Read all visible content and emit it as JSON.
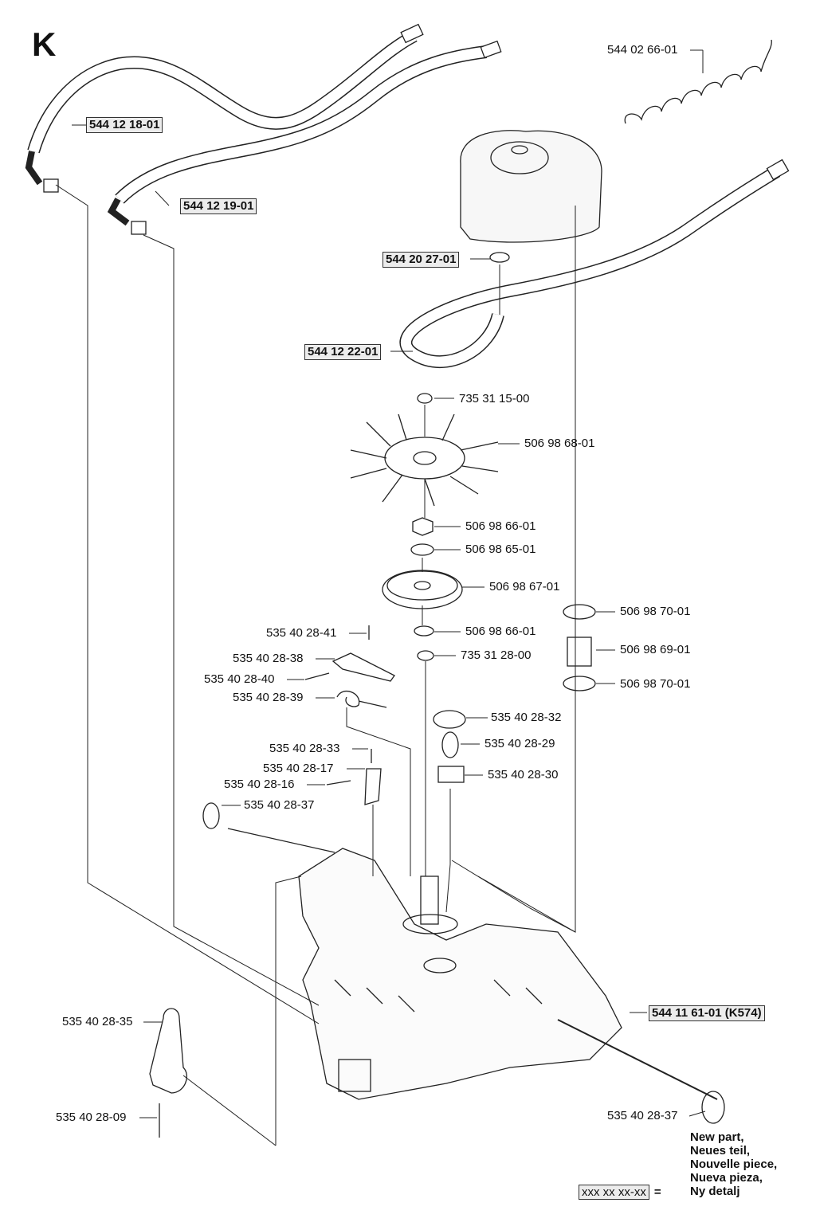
{
  "section": "K",
  "callouts": {
    "spring_wrap": "544 02 66-01",
    "hose_1": "544 12 18-01",
    "hose_2": "544 12 19-01",
    "clamp": "544 20 27-01",
    "hose_3": "544 12 22-01",
    "ring_top": "735 31 15-00",
    "fan": "506 98 68-01",
    "nut": "506 98 66-01",
    "washer": "506 98 65-01",
    "pulley": "506 98 67-01",
    "nut_lower": "506 98 66-01",
    "ring_lower": "735 31 28-00",
    "sleeve_top": "506 98 70-01",
    "sleeve_mid": "506 98 69-01",
    "sleeve_bottom": "506 98 70-01",
    "pin_41": "535 40 28-41",
    "arm_38": "535 40 28-38",
    "pin_40": "535 40 28-40",
    "spring_39": "535 40 28-39",
    "cap_32": "535 40 28-32",
    "filter_29": "535 40 28-29",
    "plug_30": "535 40 28-30",
    "pin_33": "535 40 28-33",
    "arm_17": "535 40 28-17",
    "pin_16": "535 40 28-16",
    "seal_37_left": "535 40 28-37",
    "transaxle": "544 11 61-01 (K574)",
    "lever_35": "535 40 28-35",
    "pin_09": "535 40 28-09",
    "seal_37_right": "535 40 28-37"
  },
  "legend": {
    "lines": [
      "New part,",
      "Neues teil,",
      "Nouvelle piece,",
      "Nueva pieza,",
      "Ny detalj"
    ],
    "sample": "xxx xx xx-xx",
    "equals": "="
  }
}
